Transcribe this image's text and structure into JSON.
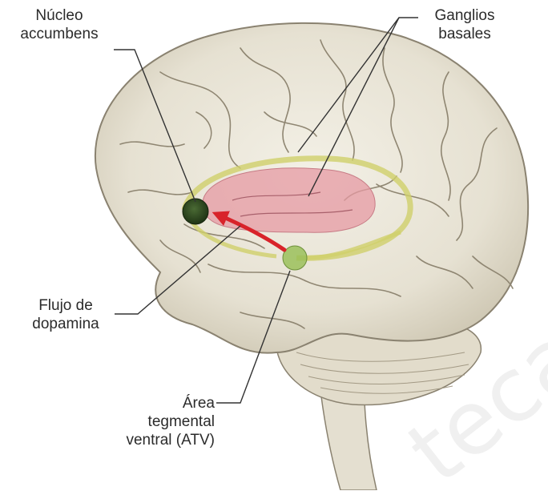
{
  "labels": {
    "nucleo_accumbens": [
      "Núcleo",
      "accumbens"
    ],
    "ganglios_basales": [
      "Ganglios",
      "basales"
    ],
    "flujo_dopamina": [
      "Flujo de",
      "dopamina"
    ],
    "area_tegmental": [
      "Área",
      "tegmental",
      "ventral (ATV)"
    ]
  },
  "watermark": "teca",
  "colors": {
    "brain_fill": "#e8e4d6",
    "brain_stroke": "#8a8270",
    "basal_ganglia": "#e6a0a8",
    "pathway": "#cfcf6a",
    "nucleus": "#2f4a22",
    "vta": "#9bbf5a",
    "dopamine_arrow": "#d8232a",
    "leader_line": "#333333"
  }
}
